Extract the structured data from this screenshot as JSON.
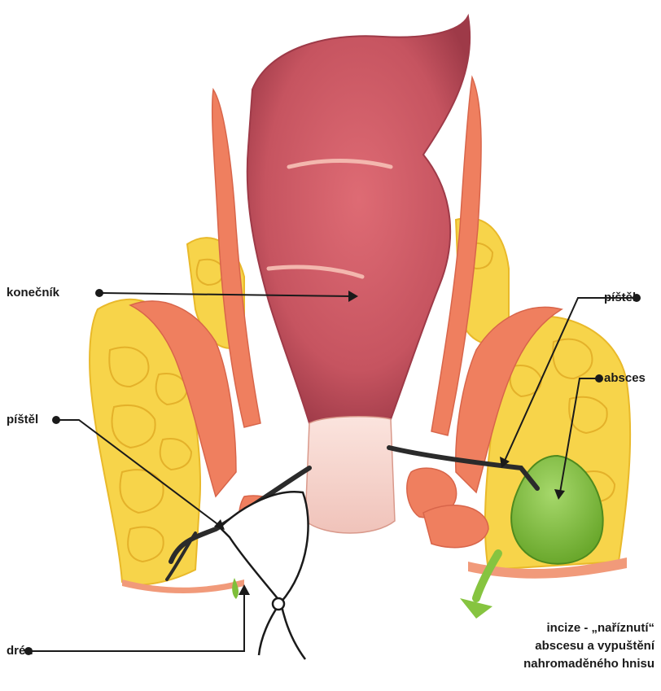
{
  "labels": {
    "konecnik": "konečník",
    "pistel_left": "píštěl",
    "dren": "drén",
    "pistel_right": "píštěl",
    "absces": "absces",
    "incize_line1": "incize  - „naříznutí“",
    "incize_line2": "abscesu a vypuštění",
    "incize_line3": "nahromaděného hnisu"
  },
  "colors": {
    "rectum": "#c9545f",
    "muscle": "#ef7f5f",
    "fat": "#f7d44a",
    "abscess": "#7fbf3a",
    "arrow_green": "#86c440",
    "anal_canal": "#f6d6cf",
    "fistula": "#2b2b2b"
  }
}
